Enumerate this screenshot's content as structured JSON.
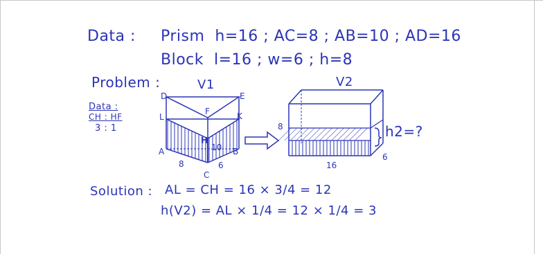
{
  "data": {
    "label": "Data :",
    "prism": "Prism  h=16 ; AC=8 ; AB=10 ; AD=16",
    "block": "Block  l=16 ; w=6 ; h=8"
  },
  "problem": {
    "label": "Problem :",
    "side_label": "Data :",
    "ratio_label": "CH : HF",
    "ratio_value": "3 : 1"
  },
  "prism_figure": {
    "title": "V1",
    "vertices": [
      "D",
      "E",
      "F",
      "L",
      "K",
      "H",
      "A",
      "B",
      "C"
    ],
    "dims": {
      "ac": "8",
      "ab": "10",
      "bc": "6"
    }
  },
  "block_figure": {
    "title": "V2",
    "height_label": "8",
    "length_label": "16",
    "width_label": "6",
    "water_label": "h2=?"
  },
  "solution": {
    "label": "Solution :",
    "line1": "AL = CH = 16 × 3/4 = 12",
    "line2": "h(V2) = AL × 1/4 = 12 × 1/4 = 3"
  },
  "colors": {
    "ink": "#2b34b6",
    "frame": "#c7c7c7"
  }
}
